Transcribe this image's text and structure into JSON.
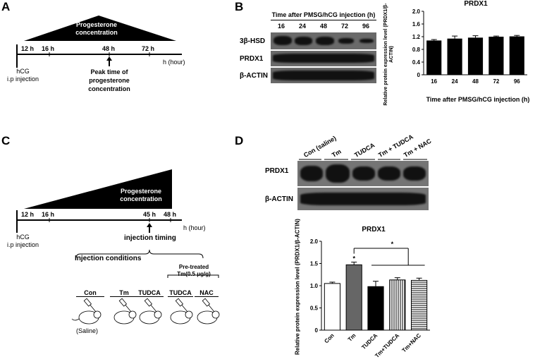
{
  "panels": {
    "A": {
      "label": "A",
      "triangle_label_1": "Progesterone",
      "triangle_label_2": "concentration",
      "ticks": [
        "12 h",
        "16 h",
        "48 h",
        "72 h"
      ],
      "axis_unit": "h (hour)",
      "injection_1": "hCG",
      "injection_2": "i.p injection",
      "peak_1": "Peak time of",
      "peak_2": "progesterone",
      "peak_3": "concentration"
    },
    "B": {
      "label": "B",
      "header": "Time after PMSG/hCG injection (h)",
      "lanes": [
        "16",
        "24",
        "48",
        "72",
        "96"
      ],
      "rows": [
        "3β-HSD",
        "PRDX1",
        "β-ACTIN"
      ]
    },
    "C": {
      "label": "C",
      "triangle_label_1": "Progesterone",
      "triangle_label_2": "concentration",
      "ticks": [
        "12 h",
        "16 h",
        "45 h",
        "48 h"
      ],
      "axis_unit": "h (hour)",
      "injection_1": "hCG",
      "injection_2": "i.p injection",
      "arrow_label": "injection timing",
      "conditions_title": "Injection conditions",
      "pretreat_1": "Pre-treated",
      "pretreat_2": "Tm(0.5 μg/g)",
      "groups": [
        "Con",
        "Tm",
        "TUDCA",
        "TUDCA",
        "NAC"
      ],
      "saline": "(Saline)"
    },
    "D": {
      "label": "D",
      "lanes": [
        "Con (saline)",
        "Tm",
        "TUDCA",
        "Tm + TUDCA",
        "Tm + NAC"
      ],
      "rows": [
        "PRDX1",
        "β-ACTIN"
      ]
    }
  },
  "chart_data": [
    {
      "type": "bar",
      "title": "PRDX1",
      "categories": [
        "16",
        "24",
        "48",
        "72",
        "96"
      ],
      "values": [
        1.08,
        1.14,
        1.17,
        1.2,
        1.21
      ],
      "errors": [
        0.03,
        0.08,
        0.06,
        0.02,
        0.03
      ],
      "xlabel": "Time after PMSG/hCG injection (h)",
      "ylabel": "Relative protein expression level (PRDX1/β-ACTIN)",
      "ylim": [
        0,
        2.0
      ],
      "yticks": [
        "0",
        "0.4",
        "0.8",
        "1.2",
        "1.6",
        "2.0"
      ],
      "color": "#000000"
    },
    {
      "type": "bar",
      "title": "PRDX1",
      "categories": [
        "Con",
        "Tm",
        "TUDCA",
        "Tm+TUDCA",
        "Tm+NAC"
      ],
      "values": [
        1.05,
        1.47,
        0.98,
        1.13,
        1.12
      ],
      "errors": [
        0.03,
        0.06,
        0.12,
        0.05,
        0.05
      ],
      "ylabel": "Relative protein expression level (PRDX1/β-ACTIN)",
      "ylim": [
        0,
        2.0
      ],
      "yticks": [
        "0",
        "0.5",
        "1.0",
        "1.5",
        "2.0"
      ],
      "significance": [
        "*",
        "*"
      ]
    }
  ]
}
